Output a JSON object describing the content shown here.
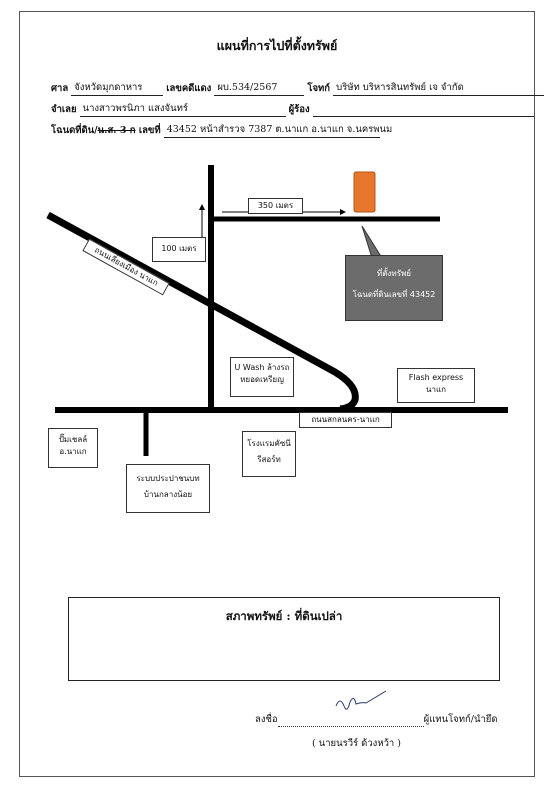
{
  "title": "แผนที่การไปที่ตั้งทรัพย์",
  "header": {
    "court_label": "ศาล",
    "court_value": "จังหวัดมุกดาหาร",
    "red_case_label": "เลขคดีแดง",
    "red_case_value": "ผบ.534/2567",
    "plaintiff_label": "โจทก์",
    "plaintiff_value": "บริษัท บริหารสินทรัพย์ เจ จำกัด",
    "defendant_label": "จำเลย",
    "defendant_value": "นางสาวพรนิภา แสงจันทร์",
    "petitioner_label": "ผู้ร้อง",
    "petitioner_value": "",
    "deed_label_prefix": "โฉนดที่ดิน/",
    "deed_label_struck": "น.ส. 3 ก",
    "deed_label_suffix": " เลขที่",
    "deed_value": "43452 หน้าสำรวจ 7387 ต.นาแก อ.นาแก จ.นครพนม"
  },
  "map": {
    "distance_350": "350 เมตร",
    "distance_100": "100 เมตร",
    "road_diagonal": "ถนนเลี่ยงเมือง นาแก",
    "property_line1": "ที่ตั้งทรัพย์",
    "property_line2": "โฉนดที่ดินเลขที่ 43452",
    "uwash_line1": "U Wash ล้างรถ",
    "uwash_line2": "หยอดเหรียญ",
    "flash_line1": "Flash express",
    "flash_line2": "นาแก",
    "road_main": "ถนนสกลนคร-นาแก",
    "pump_line1": "ปั๊มเชลล์",
    "pump_line2": "อ.นาแก",
    "water_line1": "ระบบประปาชนบท",
    "water_line2": "บ้านกลางน้อย",
    "hotel_line1": "โรงแรมคัซนี",
    "hotel_line2": "รีสอร์ท",
    "colors": {
      "property_marker": "#e8772e",
      "roads": "#000000",
      "property_box": "#6c6c6c"
    }
  },
  "status": {
    "text": "สภาพทรัพย์ :  ที่ดินเปล่า"
  },
  "signature": {
    "sign_label": "ลงชื่อ",
    "role": "ผู้แทนโจทก์/นำยึด",
    "name": "( นายนรวีร์ ด้วงหว้า )"
  }
}
